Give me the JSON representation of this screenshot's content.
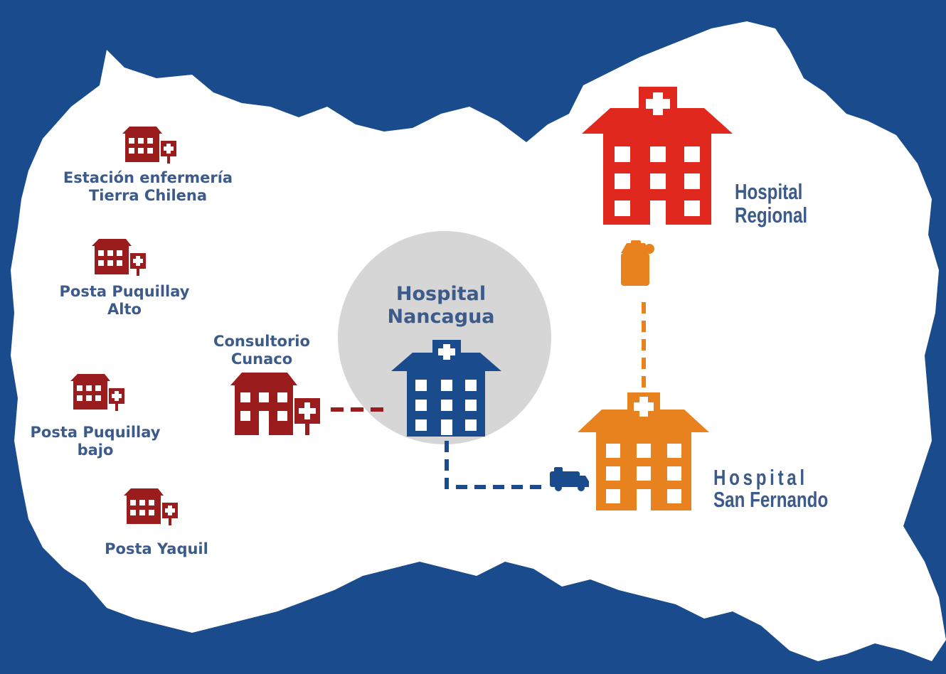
{
  "colors": {
    "background": "#1a4b8c",
    "land": "#ffffff",
    "primary_care": "#9b1c1c",
    "nancagua": "#1a4b8c",
    "regional": "#e0281f",
    "san_fernando": "#e8821e",
    "label": "#3c5a8a",
    "circle": "#d6d6d6"
  },
  "facilities": {
    "estacion": {
      "line1": "Estación enfermería",
      "line2": "Tierra Chilena",
      "icon": "small-hospital-icon"
    },
    "puquillay_alto": {
      "line1": "Posta Puquillay",
      "line2": "Alto",
      "icon": "small-hospital-icon"
    },
    "puquillay_bajo": {
      "line1": "Posta Puquillay",
      "line2": "bajo",
      "icon": "small-hospital-icon"
    },
    "yaquil": {
      "line1": "Posta Yaquil",
      "icon": "small-hospital-icon"
    },
    "cunaco": {
      "line1": "Consultorio",
      "line2": "Cunaco",
      "icon": "clinic-icon"
    },
    "nancagua": {
      "line1": "Hospital",
      "line2": "Nancagua",
      "icon": "hospital-icon"
    },
    "regional": {
      "line1": "Hospital",
      "line2": "Regional",
      "icon": "hospital-icon"
    },
    "san_fernando": {
      "line1": "Hospital",
      "line2": "San Fernando",
      "icon": "hospital-icon"
    }
  },
  "connectors": {
    "cunaco_to_nancagua": "dashed",
    "nancagua_to_san_fernando": "dashed-ambulance",
    "san_fernando_to_regional": "dashed-ambulance"
  }
}
